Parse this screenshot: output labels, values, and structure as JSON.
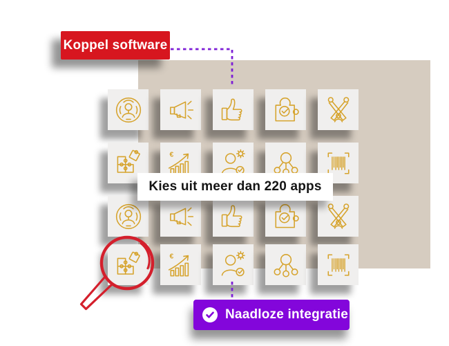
{
  "badges": {
    "koppel": {
      "label": "Koppel software"
    },
    "naadloze": {
      "label": "Naadloze integratie",
      "icon": "check-circle-icon"
    }
  },
  "banner": {
    "label": "Kies uit meer dan 220 apps"
  },
  "grid": {
    "rows": [
      [
        "person-broadcast",
        "megaphone",
        "thumbs-up",
        "puzzle-check",
        "team-pins"
      ],
      [
        "puzzle-pieces",
        "growth-chart-euro",
        "user-star-check",
        "network-circles",
        "barcode"
      ],
      [
        "person-broadcast",
        "megaphone",
        "thumbs-up",
        "puzzle-check",
        "team-pins"
      ],
      [
        "puzzle-pieces",
        "growth-chart-euro",
        "user-star-check",
        "network-circles",
        "barcode"
      ]
    ],
    "euro_symbol": "€"
  },
  "magnifier": {
    "highlights": "puzzle-pieces"
  },
  "colors": {
    "red": "#D7161F",
    "purple": "#8306DB",
    "dotted": "#7D1FD6",
    "magnifier": "#D41F2C",
    "beige": "#D6CCC0",
    "tile": "#F0EFEE",
    "gold": "#D6A32C",
    "text": "#141414",
    "white": "#FFFFFF",
    "canvas_bg": "#FFFFFF"
  }
}
